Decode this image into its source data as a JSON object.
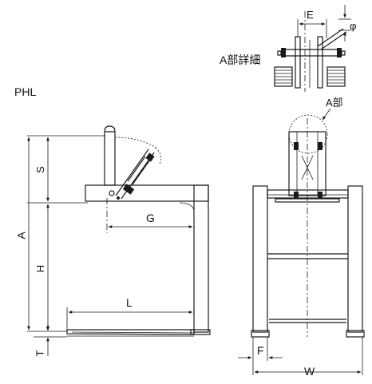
{
  "model": "PHL",
  "detail_label": "A部詳細",
  "detail_ref": "A部",
  "dimensions": {
    "A": "A",
    "S": "S",
    "H": "H",
    "T": "T",
    "G": "G",
    "L": "L",
    "E": "E",
    "phi": "φ",
    "F": "F",
    "W": "W"
  }
}
